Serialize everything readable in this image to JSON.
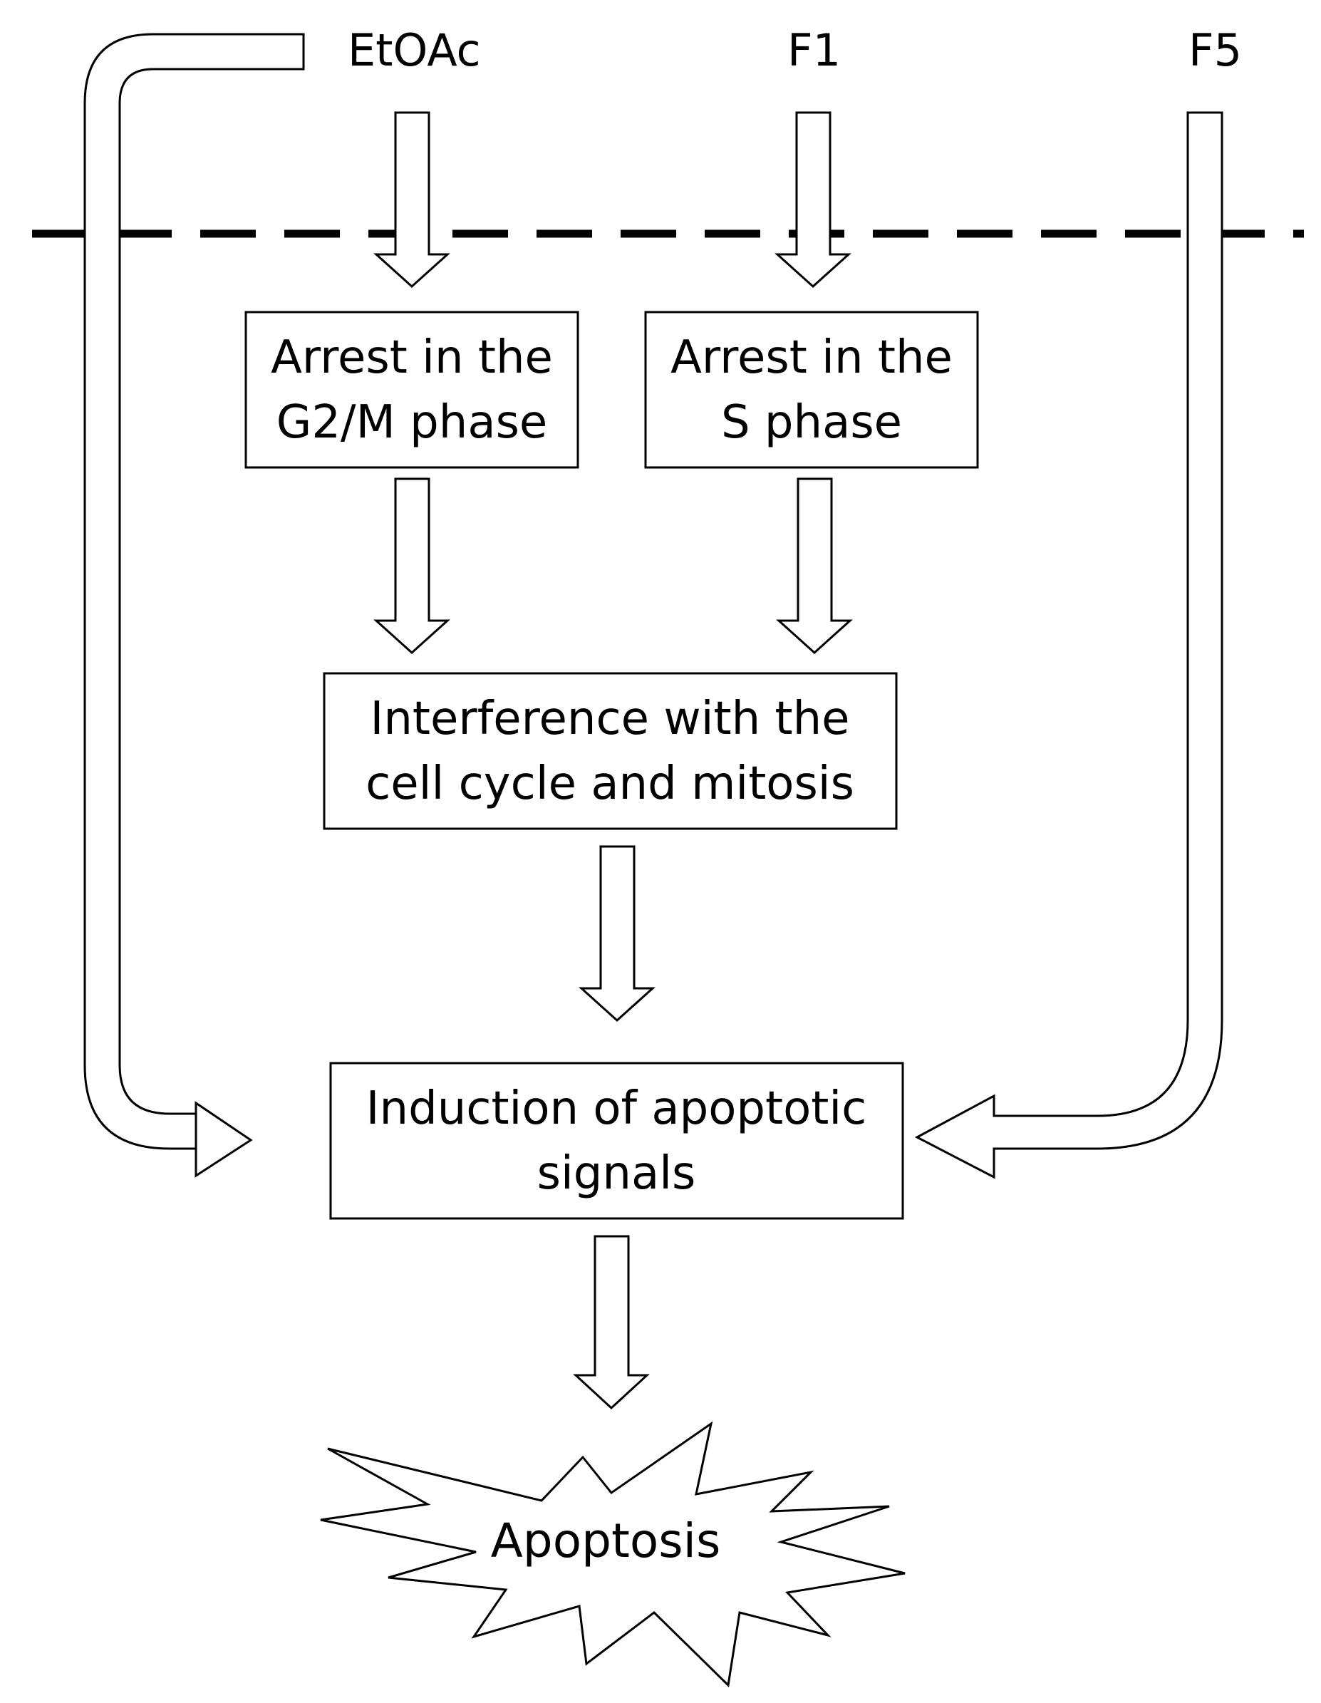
{
  "labels": {
    "etoac": "EtOAc",
    "f1": "F1",
    "f5": "F5"
  },
  "boxes": {
    "g2m": [
      "Arrest in the",
      "G2/M phase"
    ],
    "s_phase": [
      "Arrest in the",
      "S phase"
    ],
    "interference": [
      "Interference with the",
      "cell cycle and mitosis"
    ],
    "induction": [
      "Induction of apoptotic",
      "signals"
    ]
  },
  "outcome": "Apoptosis",
  "colors": {
    "stroke": "#000000",
    "fill": "#ffffff"
  }
}
